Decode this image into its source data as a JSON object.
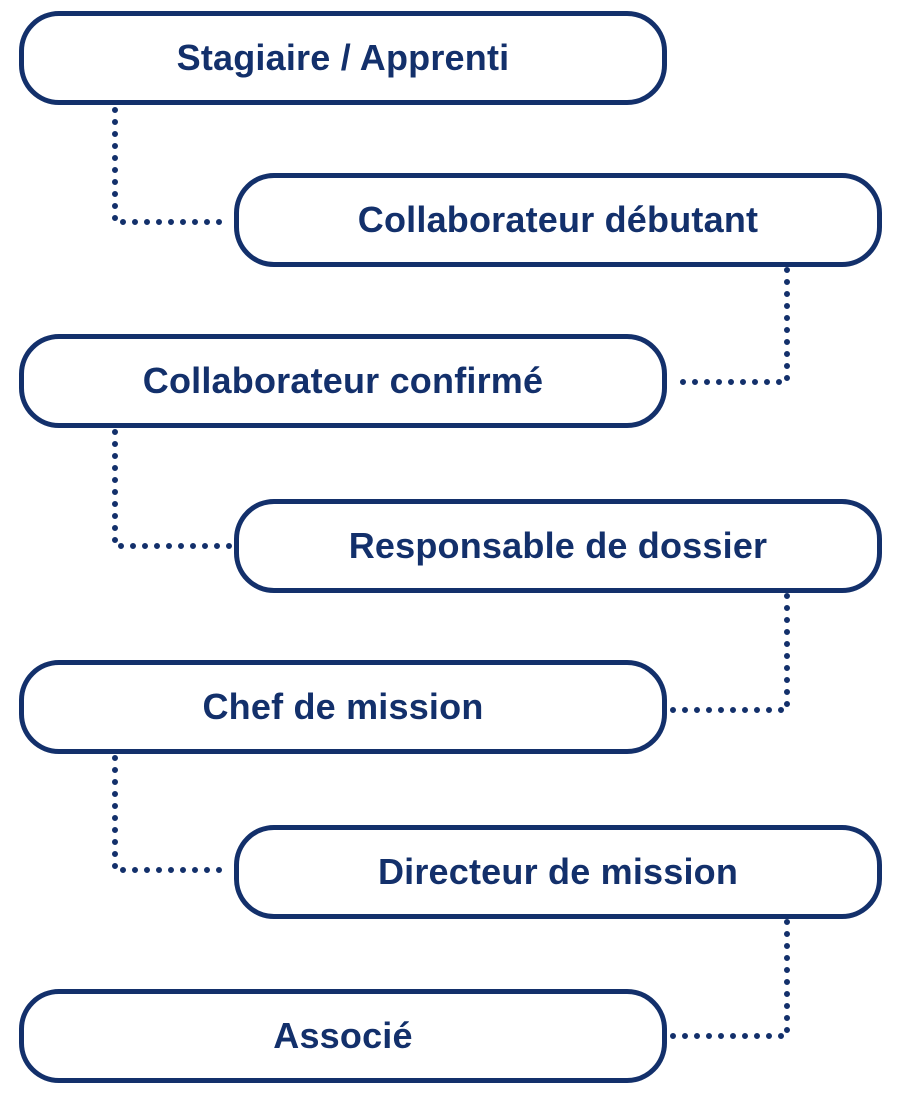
{
  "diagram": {
    "type": "career-progression",
    "accent_color": "#13306b",
    "steps": [
      {
        "label": "Stagiaire / Apprenti"
      },
      {
        "label": "Collaborateur débutant"
      },
      {
        "label": "Collaborateur confirmé"
      },
      {
        "label": "Responsable de dossier"
      },
      {
        "label": "Chef de mission"
      },
      {
        "label": "Directeur de mission"
      },
      {
        "label": "Associé"
      }
    ]
  }
}
